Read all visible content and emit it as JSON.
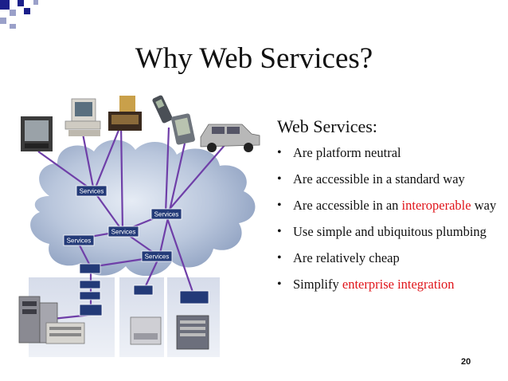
{
  "slide": {
    "title": "Why Web Services?",
    "subhead": "Web Services:",
    "page_number": "20",
    "bullets": [
      {
        "text": "Are platform neutral",
        "highlight": "",
        "after": ""
      },
      {
        "text": "Are accessible in a standard way",
        "highlight": "",
        "after": ""
      },
      {
        "text": "Are accessible in an ",
        "highlight": "interoperable",
        "after": " way"
      },
      {
        "text": "Use simple and ubiquitous plumbing",
        "highlight": "",
        "after": ""
      },
      {
        "text": "Are relatively cheap",
        "highlight": "",
        "after": ""
      },
      {
        "text": "Simplify ",
        "highlight": "enterprise integration",
        "after": ""
      }
    ]
  },
  "figure": {
    "service_label": "Services",
    "colors": {
      "cloud": "#b9c6dc",
      "network_line": "#6f3fa8",
      "service_box": "#233a78",
      "highlight": "#e0141a",
      "accent_square": "#1b1f8a"
    },
    "devices": [
      "tv-monitor",
      "desktop-computer",
      "cash-register",
      "mobile-phone",
      "pda",
      "suv-car"
    ],
    "servers": [
      "tower-server",
      "desktop-server",
      "rack-server",
      "cube-server"
    ]
  }
}
